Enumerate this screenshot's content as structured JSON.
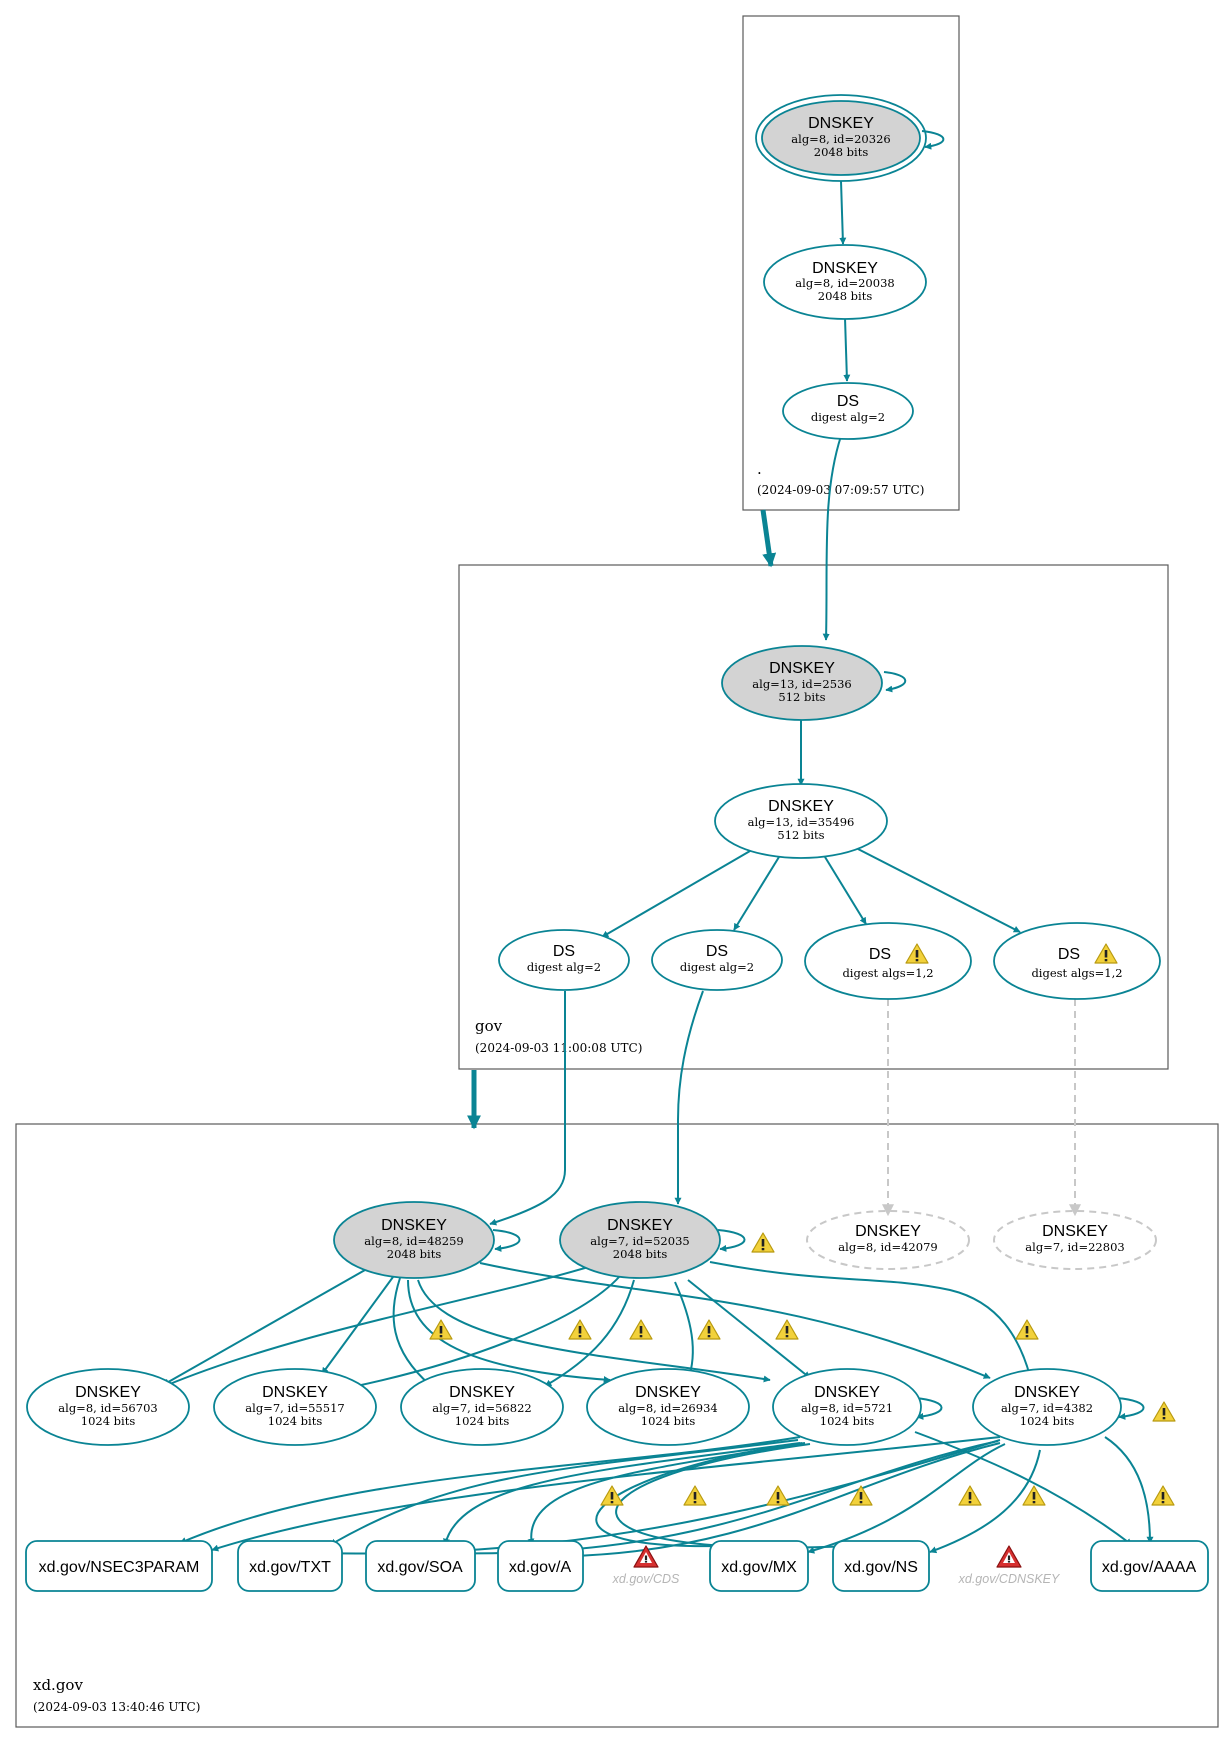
{
  "colors": {
    "teal": "#0a8494",
    "ksk_fill": "#d3d3d3",
    "ghost": "#c8c8c8",
    "warning_fill": "#f2d13b",
    "error_fill": "#d63030"
  },
  "zones": [
    {
      "id": "root",
      "name": ".",
      "timestamp": "(2024-09-03 07:09:57 UTC)"
    },
    {
      "id": "gov",
      "name": "gov",
      "timestamp": "(2024-09-03 11:00:08 UTC)"
    },
    {
      "id": "xd",
      "name": "xd.gov",
      "timestamp": "(2024-09-03 13:40:46 UTC)"
    }
  ],
  "nodes": {
    "root_ksk": {
      "title": "DNSKEY",
      "l1": "alg=8, id=20326",
      "l2": "2048 bits"
    },
    "root_zsk": {
      "title": "DNSKEY",
      "l1": "alg=8, id=20038",
      "l2": "2048 bits"
    },
    "root_ds": {
      "title": "DS",
      "l1": "digest alg=2"
    },
    "gov_ksk": {
      "title": "DNSKEY",
      "l1": "alg=13, id=2536",
      "l2": "512 bits"
    },
    "gov_zsk": {
      "title": "DNSKEY",
      "l1": "alg=13, id=35496",
      "l2": "512 bits"
    },
    "gov_ds1": {
      "title": "DS",
      "l1": "digest alg=2"
    },
    "gov_ds2": {
      "title": "DS",
      "l1": "digest alg=2"
    },
    "gov_ds3": {
      "title": "DS",
      "l1": "digest algs=1,2"
    },
    "gov_ds4": {
      "title": "DS",
      "l1": "digest algs=1,2"
    },
    "xd_ksk1": {
      "title": "DNSKEY",
      "l1": "alg=8, id=48259",
      "l2": "2048 bits"
    },
    "xd_ksk2": {
      "title": "DNSKEY",
      "l1": "alg=7, id=52035",
      "l2": "2048 bits"
    },
    "xd_ghost1": {
      "title": "DNSKEY",
      "l1": "alg=8, id=42079"
    },
    "xd_ghost2": {
      "title": "DNSKEY",
      "l1": "alg=7, id=22803"
    },
    "xd_k1": {
      "title": "DNSKEY",
      "l1": "alg=8, id=56703",
      "l2": "1024 bits"
    },
    "xd_k2": {
      "title": "DNSKEY",
      "l1": "alg=7, id=55517",
      "l2": "1024 bits"
    },
    "xd_k3": {
      "title": "DNSKEY",
      "l1": "alg=7, id=56822",
      "l2": "1024 bits"
    },
    "xd_k4": {
      "title": "DNSKEY",
      "l1": "alg=8, id=26934",
      "l2": "1024 bits"
    },
    "xd_k5": {
      "title": "DNSKEY",
      "l1": "alg=8, id=5721",
      "l2": "1024 bits"
    },
    "xd_k6": {
      "title": "DNSKEY",
      "l1": "alg=7, id=4382",
      "l2": "1024 bits"
    }
  },
  "rrsets": {
    "nsec3param": "xd.gov/NSEC3PARAM",
    "txt": "xd.gov/TXT",
    "soa": "xd.gov/SOA",
    "a": "xd.gov/A",
    "cds": "xd.gov/CDS",
    "mx": "xd.gov/MX",
    "ns": "xd.gov/NS",
    "cdnskey": "xd.gov/CDNSKEY",
    "aaaa": "xd.gov/AAAA"
  },
  "icons": {
    "warning": "warning-icon",
    "error": "error-icon"
  }
}
